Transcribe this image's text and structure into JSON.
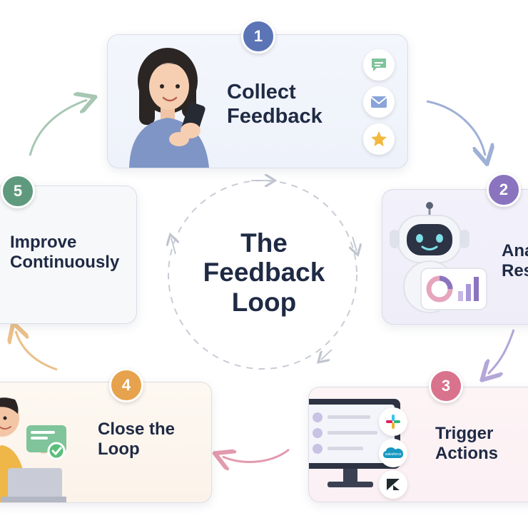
{
  "center": {
    "line1": "The",
    "line2": "Feedback",
    "line3": "Loop"
  },
  "steps": [
    {
      "number": "1",
      "line1": "Collect",
      "line2": "Feedback",
      "color": "#5b74b5"
    },
    {
      "number": "2",
      "line1": "Ana",
      "line2": "Res",
      "color": "#8a74bf"
    },
    {
      "number": "3",
      "line1": "Trigger",
      "line2": "Actions",
      "color": "#d9728d"
    },
    {
      "number": "4",
      "line1": "Close the",
      "line2": "Loop",
      "color": "#e6a24d"
    },
    {
      "number": "5",
      "line1": "Improve",
      "line2": "Continuously",
      "color": "#5f9a7e"
    }
  ],
  "icons": {
    "card1": [
      "chat-bubble-icon",
      "mail-icon",
      "star-icon"
    ],
    "card3": [
      "slack-icon",
      "salesforce-icon",
      "zendesk-icon"
    ]
  },
  "logo_text": {
    "salesforce": "salesforce"
  }
}
